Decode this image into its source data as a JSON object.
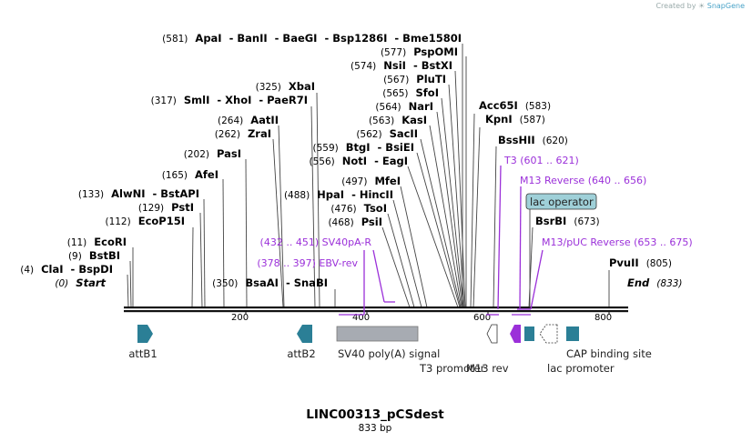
{
  "header": {
    "credit_prefix": "Created by",
    "credit_brand": "SnapGene"
  },
  "plasmid": {
    "name": "LINC00313_pCSdest",
    "length_label": "833 bp"
  },
  "ruler": {
    "ticks": [
      "200",
      "400",
      "600",
      "800"
    ]
  },
  "sites": [
    {
      "label": "(581)  ApaI  - BanII  - BaeGI  - Bsp1286I  - Bme1580I"
    },
    {
      "label": "(577)  PspOMI"
    },
    {
      "label": "(574)  NsiI  - BstXI"
    },
    {
      "label": "(567)  PluTI"
    },
    {
      "label": "(565)  SfoI"
    },
    {
      "label": "(564)  NarI"
    },
    {
      "label": "(563)  KasI"
    },
    {
      "label": "(562)  SacII"
    },
    {
      "label": "(559)  BtgI  - BsiEI"
    },
    {
      "label": "(556)  NotI  - EagI"
    },
    {
      "label": "(497)  MfeI"
    },
    {
      "label": "(488)  HpaI  - HincII"
    },
    {
      "label": "(476)  TsoI"
    },
    {
      "label": "(468)  PsiI"
    },
    {
      "label": "(325)  XbaI"
    },
    {
      "label": "(317)  SmlI  - XhoI  - PaeR7I"
    },
    {
      "label": "(264)  AatII"
    },
    {
      "label": "(262)  ZraI"
    },
    {
      "label": "(202)  PasI"
    },
    {
      "label": "(165)  AfeI"
    },
    {
      "label": "(133)  AlwNI  - BstAPI"
    },
    {
      "label": "(129)  PstI"
    },
    {
      "label": "(112)  EcoP15I"
    },
    {
      "label": "(11)  EcoRI"
    },
    {
      "label": "(9)  BstBI"
    },
    {
      "label": "(4)  ClaI  - BspDI"
    },
    {
      "label": "(0)  Start"
    },
    {
      "label": "(350)  BsaAI  - SnaBI"
    },
    {
      "label": "Acc65I  (583)"
    },
    {
      "label": "KpnI  (587)"
    },
    {
      "label": "BssHII  (620)"
    },
    {
      "label": "BsrBI  (673)"
    },
    {
      "label": "PvuII  (805)"
    },
    {
      "label": "End  (833)"
    }
  ],
  "primers": [
    {
      "label": "(432 .. 451)  SV40pA-R"
    },
    {
      "label": "(378 .. 397)  EBV-rev"
    },
    {
      "label": "T3  (601 .. 621)"
    },
    {
      "label": "M13 Reverse  (640 .. 656)"
    },
    {
      "label": "M13/pUC Reverse  (653 .. 675)"
    }
  ],
  "features": [
    {
      "label": "attB1"
    },
    {
      "label": "attB2"
    },
    {
      "label": "SV40 poly(A) signal"
    },
    {
      "label": "T3 promoter"
    },
    {
      "label": "M13 rev"
    },
    {
      "label": "lac promoter"
    },
    {
      "label": "CAP binding site"
    },
    {
      "label": "lac operator"
    }
  ],
  "colors": {
    "feature_teal": "#2b7f96",
    "primer_purple": "#9b30d9",
    "polyA_gray": "#a7abb2",
    "operator_box": "#9fd0d8"
  }
}
